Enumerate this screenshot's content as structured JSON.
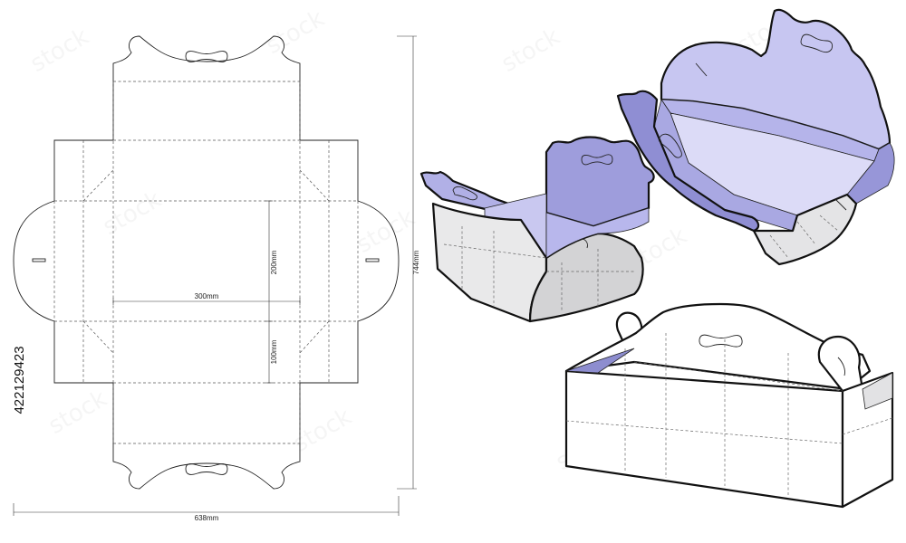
{
  "colors": {
    "violet_light": "#d9d8f5",
    "violet_mid": "#b8b7ec",
    "violet_dark": "#8c8bd1",
    "grey_light": "#f1f1f1",
    "grey_mid": "#dededf",
    "grey_dark": "#c7c7c9",
    "line": "#222222"
  },
  "dielines": {
    "dim_width": "300mm",
    "dim_height": "200mm",
    "dim_depth": "100mm",
    "dim_total_height": "744mm",
    "dim_total_width": "638mm"
  },
  "stock_id": "422129423",
  "views": [
    {
      "name": "flat-dieline"
    },
    {
      "name": "open-box-small"
    },
    {
      "name": "open-box-top"
    },
    {
      "name": "closed-box-with-handle"
    }
  ]
}
